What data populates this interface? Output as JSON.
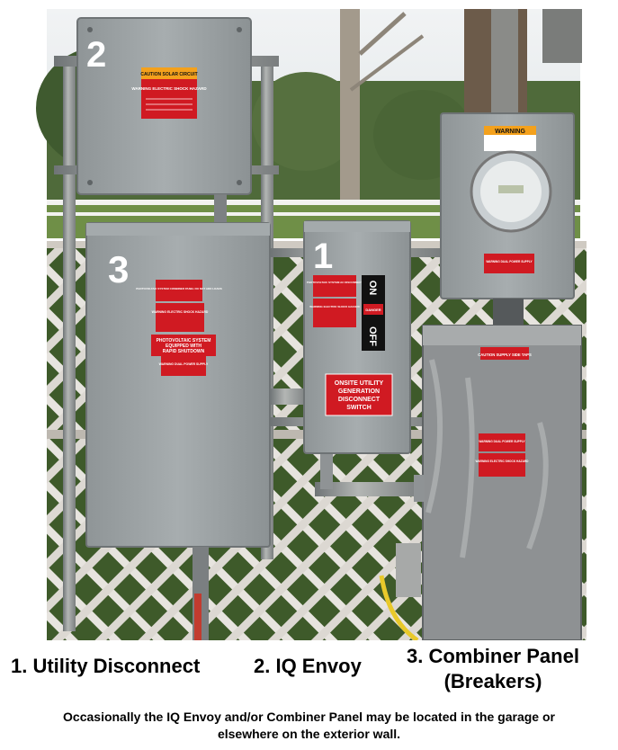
{
  "photo": {
    "panel_numbers": {
      "panel2": "2",
      "panel3": "3",
      "panel1": "1"
    },
    "panel2_labels": {
      "caution_sticker": "CAUTION SOLAR CIRCUIT",
      "warning_sticker": "WARNING ELECTRIC SHOCK HAZARD"
    },
    "panel3_labels": {
      "combiner_sticker": "PHOTOVOLTAIC SYSTEM COMBINER PANEL DO NOT ADD LOADS",
      "warning_shock": "WARNING ELECTRIC SHOCK HAZARD",
      "rapid_shutdown_line1": "PHOTOVOLTAIC SYSTEM",
      "rapid_shutdown_line2": "EQUIPPED WITH",
      "rapid_shutdown_line3": "RAPID SHUTDOWN",
      "warning_dual": "WARNING DUAL POWER SUPPLY"
    },
    "panel1_labels": {
      "ac_disconnect": "PHOTOVOLTAIC SYSTEM AC DISCONNECT",
      "warning_shock": "WARNING ELECTRIC SHOCK HAZARD",
      "on": "ON",
      "off": "OFF",
      "danger": "DANGER",
      "onsite_line1": "ONSITE UTILITY",
      "onsite_line2": "GENERATION",
      "onsite_line3": "DISCONNECT",
      "onsite_line4": "SWITCH"
    },
    "meter_labels": {
      "warning_top": "WARNING",
      "warning_dual": "WARNING DUAL POWER SUPPLY"
    },
    "box_labels": {
      "caution_supply": "CAUTION SUPPLY SIDE TAPS",
      "warning_dual": "WARNING DUAL POWER SUPPLY",
      "warning_shock": "WARNING ELECTRIC SHOCK HAZARD"
    },
    "colors": {
      "sky": "#e6ebee",
      "grass": "#6f8f47",
      "panel_gray": "#9aa0a2",
      "sticker_red": "#d01a22",
      "sticker_orange": "#f4a11c",
      "lattice": "#e7e4df"
    }
  },
  "captions": {
    "utility_disconnect": "1. Utility Disconnect",
    "iq_envoy": "2. IQ Envoy",
    "combiner_line1": "3. Combiner Panel",
    "combiner_line2": "(Breakers)"
  },
  "note": {
    "line1": "Occasionally the IQ Envoy and/or Combiner Panel may be located in the garage or",
    "line2": "elsewhere on the exterior wall."
  }
}
